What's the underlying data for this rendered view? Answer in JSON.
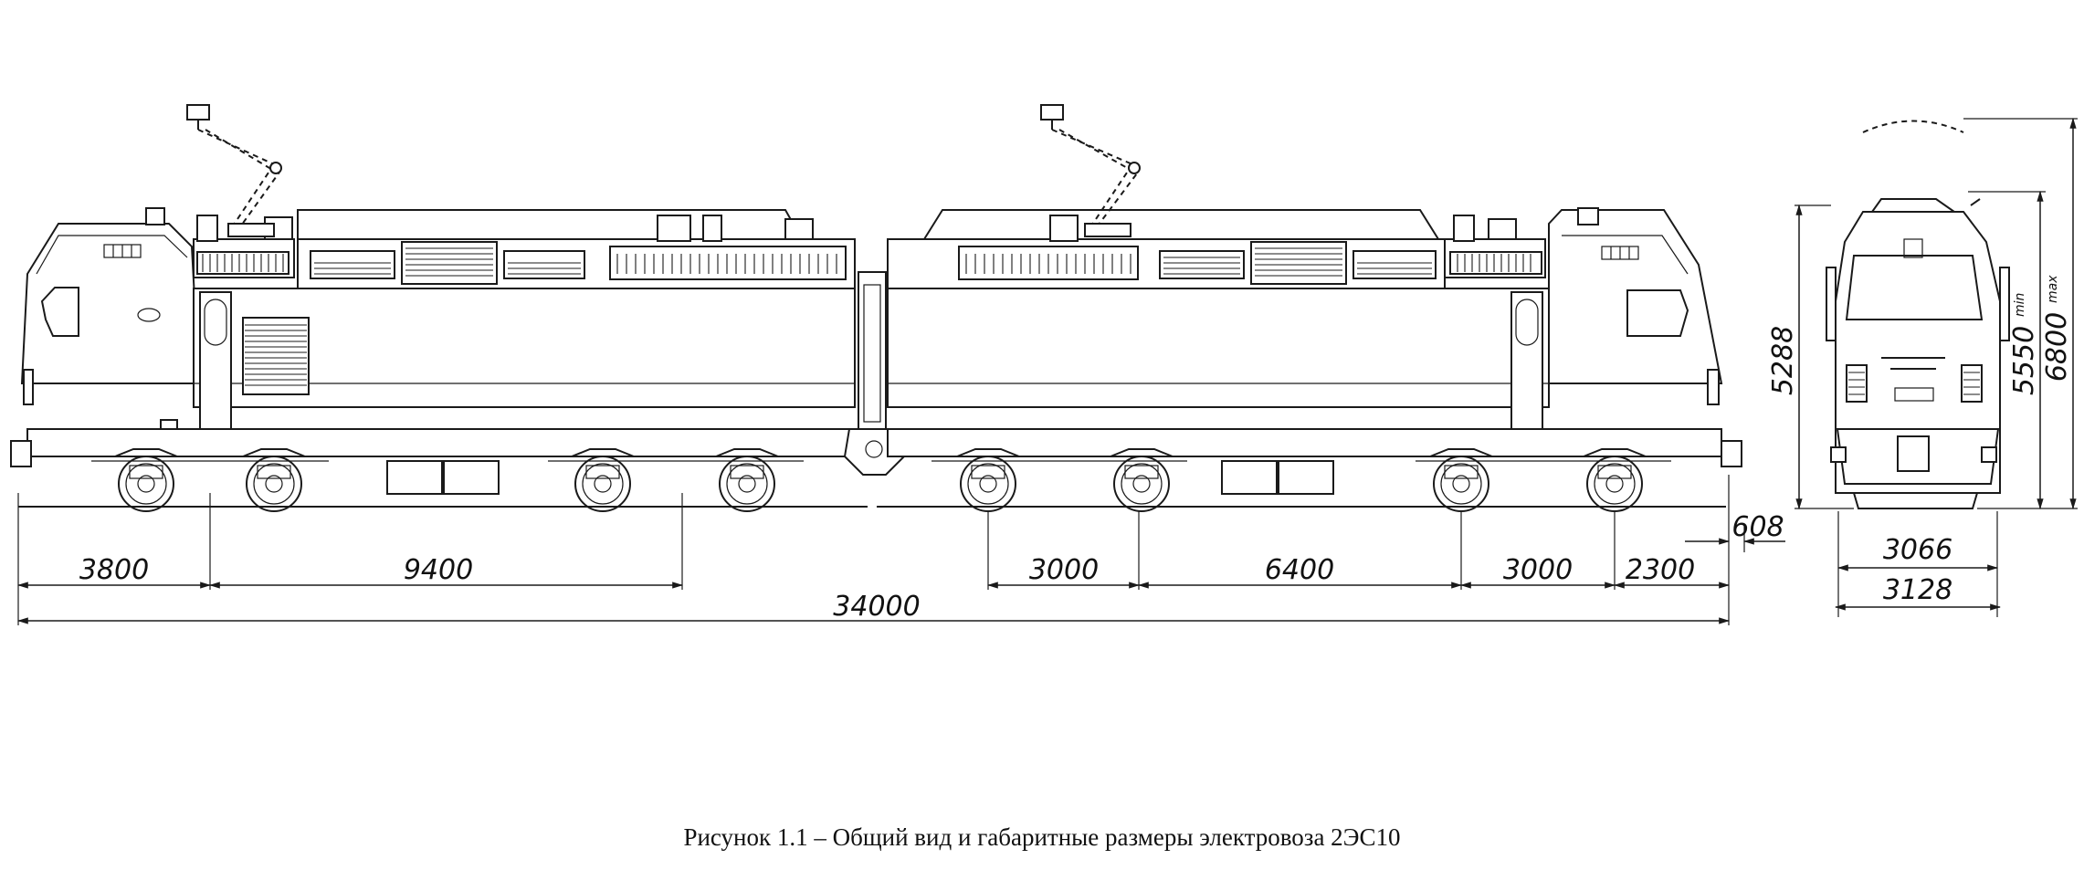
{
  "caption": "Рисунок 1.1 – Общий вид и габаритные размеры электровоза 2ЭС10",
  "dimensions": {
    "front_overhang": "3800",
    "bogie_spacing_a": "9400",
    "axle_base_a": "3000",
    "bogie_spacing_b": "6400",
    "axle_base_b": "3000",
    "rear_overhang": "2300",
    "coupler_offset": "608",
    "total_length": "34000",
    "body_width": "3066",
    "overall_width": "3128",
    "body_height": "5288",
    "pantograph_min": "5550",
    "pantograph_min_sub": "min",
    "pantograph_max": "6800",
    "pantograph_max_sub": "max"
  }
}
